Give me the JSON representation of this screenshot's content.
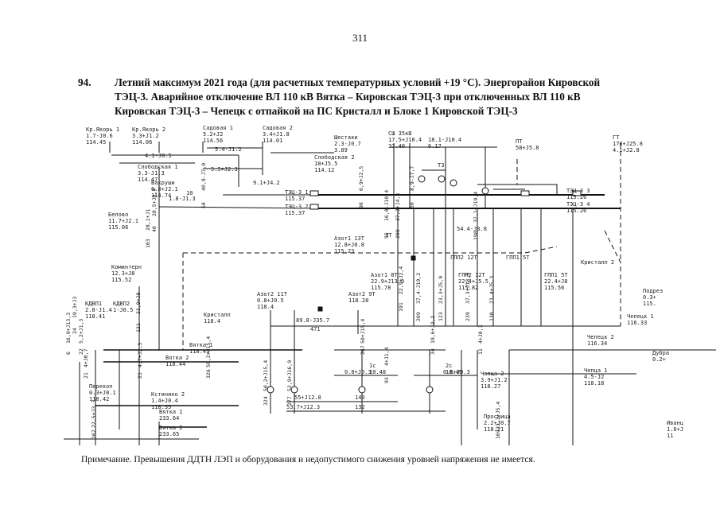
{
  "page_number": "311",
  "heading": {
    "number": "94.",
    "line1": "Летний максимум 2021 года (для расчетных температурных условий +19 °С). Энергорайон Кировской",
    "line2": "ТЭЦ-3. Аварийное отключение ВЛ 110 кВ Вятка – Кировская ТЭЦ-3 при отключенных ВЛ 110 кВ",
    "line3": "Кировская ТЭЦ-3 – Чепецк с отпайкой на ПС Кристалл и Блоке 1 Кировской ТЭЦ-3"
  },
  "note": "Примечание. Превышения ДДТН ЛЭП и оборудования и недопустимого снижения уровней напряжения не имеется.",
  "diagram": {
    "nodes": [
      {
        "id": "kr-yakor1",
        "name": "Кр.Якорь 1",
        "flow": "1.7-J0.6",
        "voltage": "114.45"
      },
      {
        "id": "kr-yakor2",
        "name": "Кр.Якорь 2",
        "flow": "3.3+J1.2",
        "voltage": "114.06"
      },
      {
        "id": "sadovaya1",
        "name": "Садовая 1",
        "flow": "5.2+J2",
        "voltage": "114.56"
      },
      {
        "id": "sadovaya2",
        "name": "Садовая 2",
        "flow": "3.4+J1.8",
        "voltage": "114.01"
      },
      {
        "id": "shestaki",
        "name": "Шестаки",
        "flow": "2.3-J0.7",
        "voltage": "3.89"
      },
      {
        "id": "shch-35",
        "name": "СШ 35кВ",
        "flow": "17.5+J10.4",
        "voltage": "37.40"
      },
      {
        "id": "sh-18",
        "name": "",
        "flow": "18.1-J10.4",
        "voltage": "6.17"
      },
      {
        "id": "pt",
        "name": "ПТ",
        "flow": "58+J5.8",
        "voltage": ""
      },
      {
        "id": "gt",
        "name": "ГТ",
        "flow": "170+J25.8",
        "voltage": "4.1+J2.8"
      },
      {
        "id": "slobodskaya1",
        "name": "Слободская 1",
        "flow": "3.3-J1.3",
        "voltage": "114.47"
      },
      {
        "id": "slobodskaya2",
        "name": "Слободская 2",
        "flow": "18+J5.5",
        "voltage": "114.12"
      },
      {
        "id": "vakhrushi",
        "name": "Вахруши",
        "flow": "6.8+J2.1",
        "voltage": "114.74"
      },
      {
        "id": "tec3-1",
        "name": "ТЭЦ-3 1",
        "flow": "",
        "voltage": "115.37"
      },
      {
        "id": "tec3-2",
        "name": "ТЭЦ-3 2",
        "flow": "",
        "voltage": "115.37"
      },
      {
        "id": "tec3-3",
        "name": "ТЭЦ-3 3",
        "flow": "",
        "voltage": "115.26"
      },
      {
        "id": "tec3-4",
        "name": "ТЭЦ-3 4",
        "flow": "",
        "voltage": "115.26"
      },
      {
        "id": "beloevo",
        "name": "Белово",
        "flow": "11.7+J2.1",
        "voltage": "115.06"
      },
      {
        "id": "azot1-13t",
        "name": "Азот1 13Т",
        "flow": "12.8+J0.8",
        "voltage": "115.23"
      },
      {
        "id": "gpp2-12t",
        "name": "ГПП2 12Т",
        "flow": "",
        "voltage": ""
      },
      {
        "id": "gpp1-5t",
        "name": "ГПП1 5Т",
        "flow": "",
        "voltage": ""
      },
      {
        "id": "kristall2",
        "name": "Кристалл 2",
        "flow": "",
        "voltage": ""
      },
      {
        "id": "kominter",
        "name": "Коминтерн",
        "flow": "12.3+J8",
        "voltage": "115.52"
      },
      {
        "id": "azot1-8t",
        "name": "Азот1 8Т",
        "flow": "22.9+J13.9",
        "voltage": "115.78"
      },
      {
        "id": "gpp2-12t-b",
        "name": "ГПП2 12Т",
        "flow": "22.4+J5.5",
        "voltage": "115.82"
      },
      {
        "id": "gpp1-5t-b",
        "name": "ГПП1 5Т",
        "flow": "22.4+J8",
        "voltage": "115.56"
      },
      {
        "id": "podreg",
        "name": "Подрез",
        "flow": "0.3+",
        "voltage": "115."
      },
      {
        "id": "azot2-11t",
        "name": "Азот2 11Т",
        "flow": "0.8+J0.5",
        "voltage": "118.4"
      },
      {
        "id": "azot2-9t",
        "name": "Азот2 9Т",
        "flow": "",
        "voltage": "118.28"
      },
      {
        "id": "kdvp1",
        "name": "КДВП1",
        "flow": "2.8-J1.4",
        "voltage": "118.41"
      },
      {
        "id": "kdvp2",
        "name": "КДВП2",
        "flow": "1-J0.5",
        "voltage": ""
      },
      {
        "id": "kristall",
        "name": "Кристалл",
        "flow": "",
        "voltage": "118.4"
      },
      {
        "id": "chepetsk1",
        "name": "Чепецк 1",
        "flow": "",
        "voltage": "116.33"
      },
      {
        "id": "vyatka1",
        "name": "Вятка 1",
        "flow": "",
        "voltage": "118.43"
      },
      {
        "id": "vyatka2",
        "name": "Вятка 2",
        "flow": "",
        "voltage": "118.44"
      },
      {
        "id": "chepetsk2",
        "name": "Чепецк 2",
        "flow": "",
        "voltage": "116.34"
      },
      {
        "id": "dubrava",
        "name": "Дубра",
        "flow": "0.2+",
        "voltage": ""
      },
      {
        "id": "perekop",
        "name": "Перекоп",
        "flow": "0.3+J0.1",
        "voltage": "118.42"
      },
      {
        "id": "kstinino2",
        "name": "Кстинино 2",
        "flow": "1.4+J0.4",
        "voltage": "118.35"
      },
      {
        "id": "vyatka1-b",
        "name": "Вятка 1",
        "flow": "",
        "voltage": "233.64"
      },
      {
        "id": "vyatka2-b",
        "name": "Вятка 2",
        "flow": "",
        "voltage": "233.65"
      },
      {
        "id": "cheptsa2",
        "name": "Чепца 2",
        "flow": "3.9+J1.2",
        "voltage": "118.27"
      },
      {
        "id": "cheptsa1",
        "name": "Чепца 1",
        "flow": "4.5-J2",
        "voltage": "118.18"
      },
      {
        "id": "prosnitsa",
        "name": "Просница",
        "flow": "2.2+J0.7",
        "voltage": "118.21"
      },
      {
        "id": "ivanets",
        "name": "Иванц",
        "flow": "1.6+J",
        "voltage": "11"
      },
      {
        "id": "bus-1c",
        "name": "1с",
        "flow": "",
        "voltage": "10.48"
      },
      {
        "id": "bus-2c",
        "name": "2с",
        "flow": "",
        "voltage": "10.49"
      }
    ],
    "flow_labels": [
      "4.1-J0.5",
      "5.4-J1.2",
      "5.5+J2.3",
      "9.1+J4.2",
      "1.8-J1.3",
      "10",
      "89.8-J35.7",
      "471",
      "0.8+J0.3",
      "0.8+J0.3",
      "55+J12.8",
      "140",
      "53.7+J12.3",
      "132",
      "54.4-J3.8",
      "3T",
      "ТЗ"
    ],
    "vertical_labels": [
      "20,5+J0,4",
      "40",
      "40,9-J7,9",
      "58",
      "6,9+J2,5",
      "98",
      "16,8-J10,4",
      "55",
      "37,2+J4,8",
      "200",
      "8,9-J7,7",
      "50",
      "37,1+J19,4",
      "198",
      "28,1+J1",
      "103",
      "33,9+J9",
      "121",
      "22,9+J2,4",
      "191",
      "19,3+J3",
      "24",
      "37,4-J19,2",
      "209",
      "23,3+J5,9",
      "123",
      "37,3+J18,5",
      "239",
      "23,4+J5,3",
      "130",
      "16,9+J13,3",
      "6",
      "5,2+J1,3",
      "22",
      "4+J0,7",
      "21",
      "4,7+J2,5",
      "23",
      "50,2+J15,4",
      "326",
      "50,2+J15,4",
      "324",
      "52,9+J16,9",
      "277",
      "50+J15,4",
      "267",
      "4+J1,4",
      "93",
      "19,6+J2,2",
      "34",
      "4+J0,3",
      "11",
      "22,5+J3,3",
      "167",
      "23,3+J5,4",
      "169"
    ]
  }
}
